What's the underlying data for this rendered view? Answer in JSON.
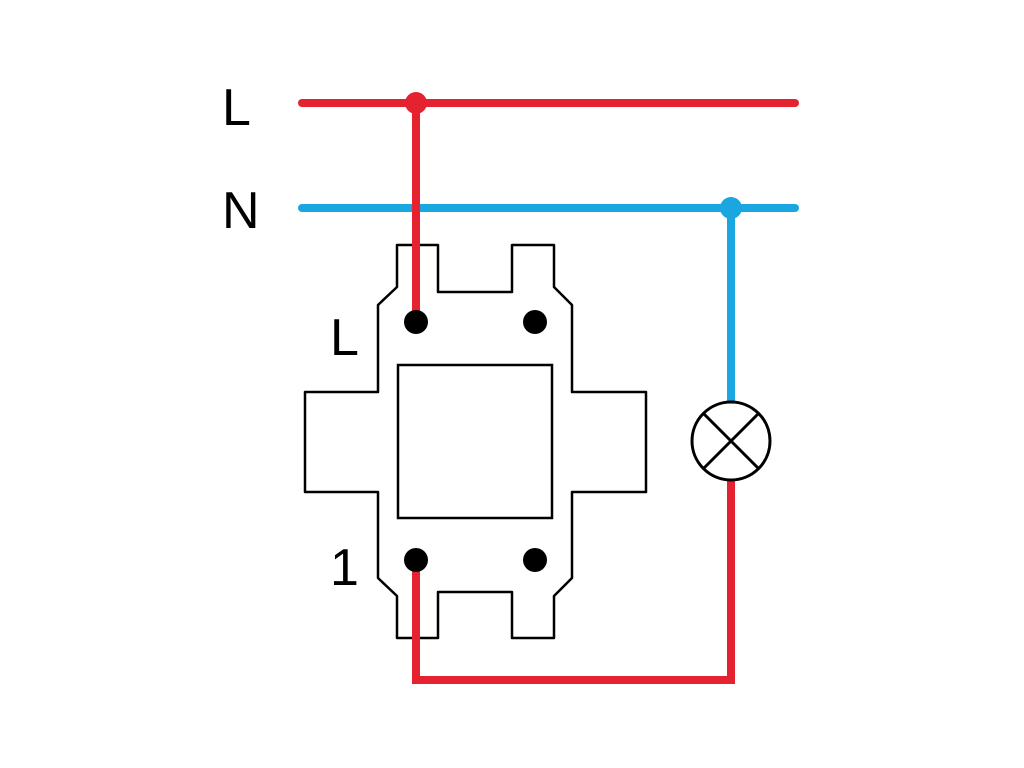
{
  "rails": {
    "line_label": "L",
    "neutral_label": "N"
  },
  "switch": {
    "terminal_line_label": "L",
    "terminal_output_label": "1"
  },
  "colors": {
    "line_wire": "#e52330",
    "neutral_wire": "#1aa6e0",
    "outline": "#000000",
    "background": "#ffffff"
  },
  "lamp": {
    "icon": "lamp-icon"
  }
}
